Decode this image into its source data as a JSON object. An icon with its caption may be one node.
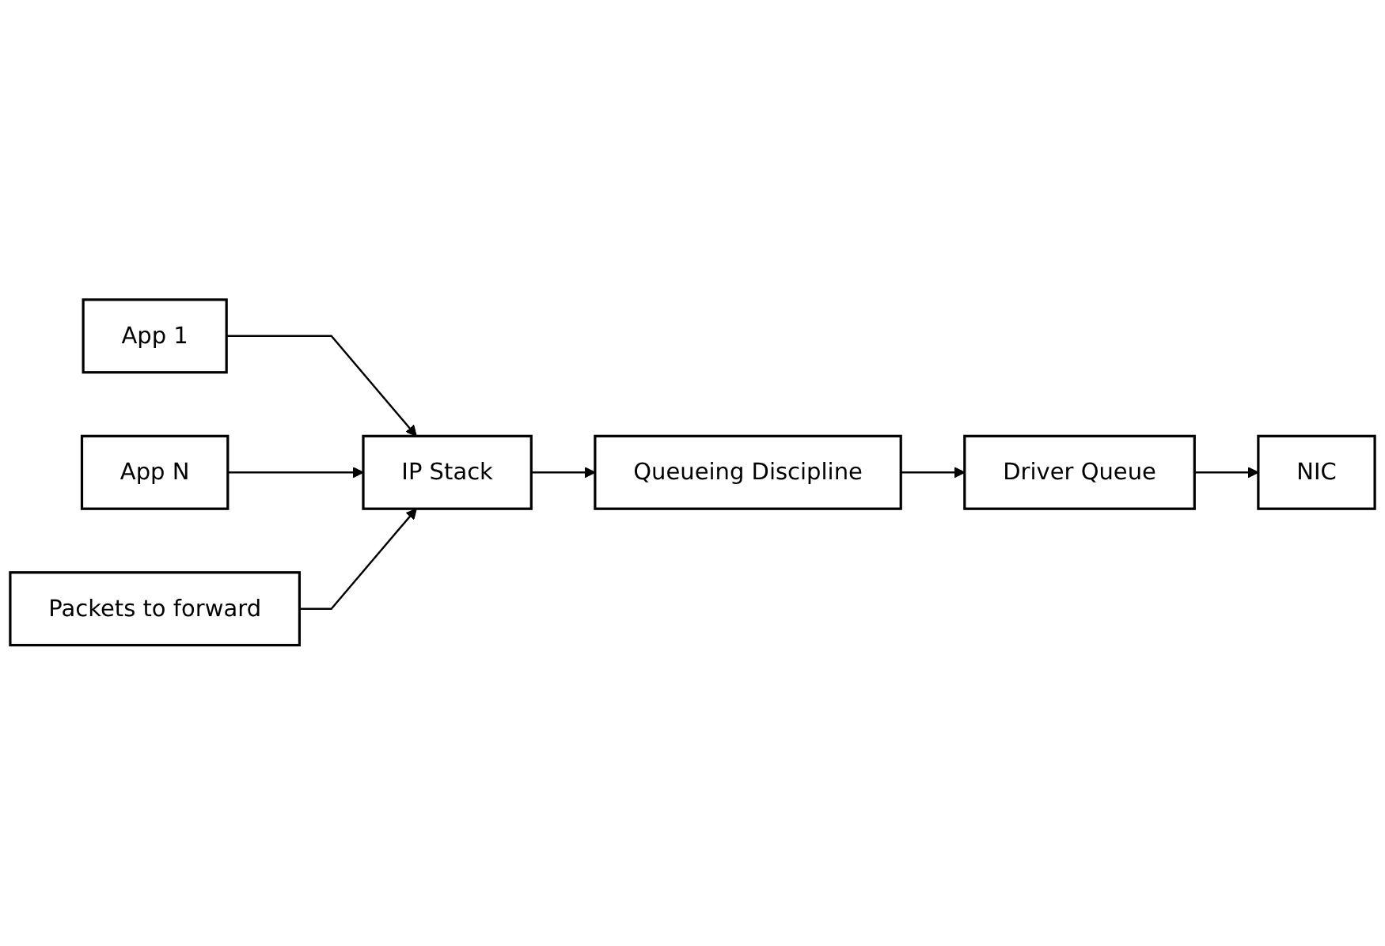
{
  "diagram": {
    "nodes": [
      {
        "text": [
          "App 1"
        ]
      },
      {
        "text": [
          "App N"
        ]
      },
      {
        "text": [
          "IP Stack"
        ]
      },
      {
        "text": [
          "Queueing Discipline"
        ]
      },
      {
        "text": [
          "Driver Queue"
        ]
      },
      {
        "text": [
          "NIC"
        ]
      },
      {
        "text": [
          "Packets to forward"
        ]
      }
    ],
    "edges": [
      {
        "from": 0,
        "to": 2,
        "arrow": "to"
      },
      {
        "from": 1,
        "to": 2,
        "arrow": "to"
      },
      {
        "from": 6,
        "to": 2,
        "arrow": "to"
      },
      {
        "from": 2,
        "to": 3,
        "arrow": "to"
      },
      {
        "from": 3,
        "to": 4,
        "arrow": "to"
      },
      {
        "from": 4,
        "to": 5,
        "arrow": "to"
      }
    ]
  }
}
